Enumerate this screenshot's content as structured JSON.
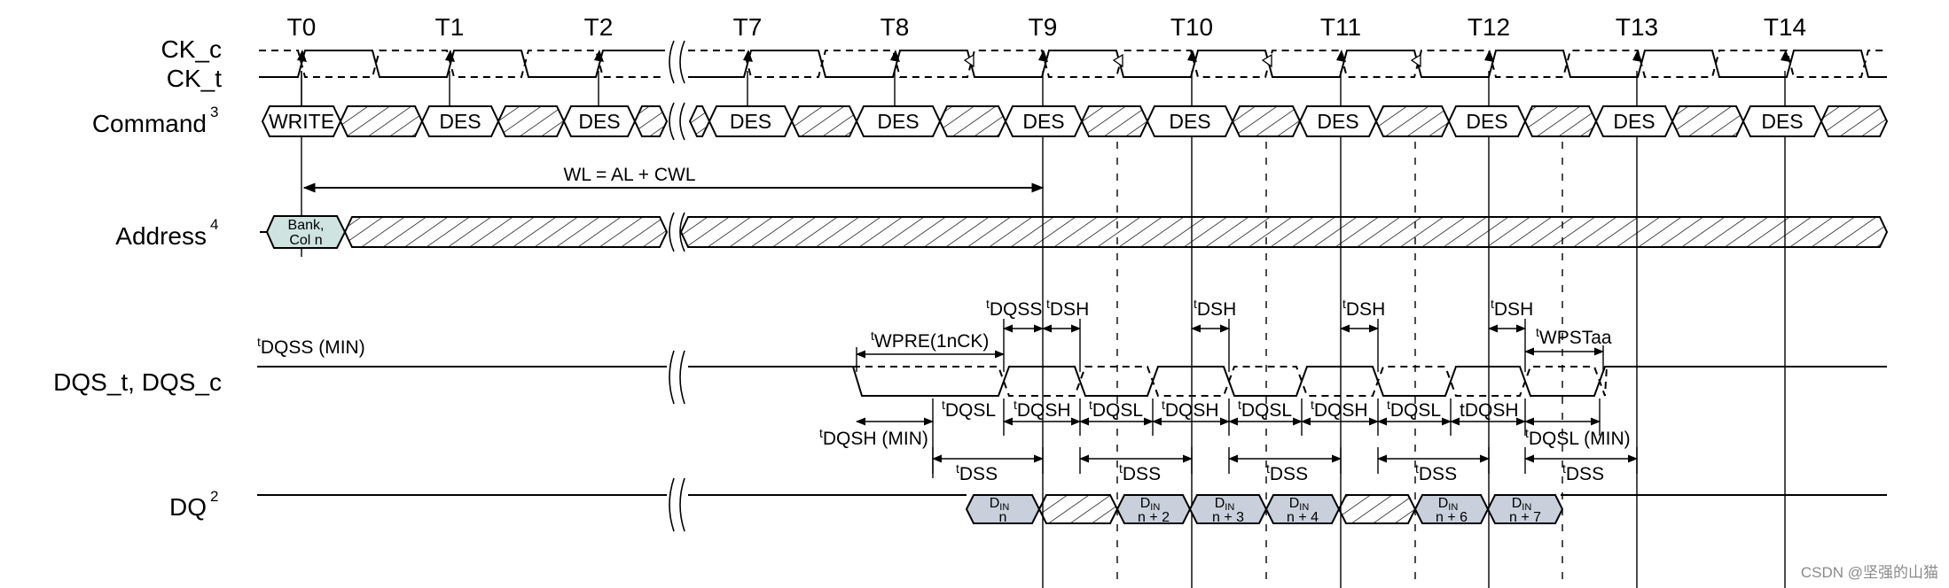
{
  "signals": {
    "ck_c": "CK_c",
    "ck_t": "CK_t",
    "command": "Command",
    "command_note": "3",
    "address": "Address",
    "address_note": "4",
    "dqs": "DQS_t, DQS_c",
    "dq": "DQ",
    "dq_note": "2"
  },
  "clock_edges": [
    "T0",
    "T1",
    "T2",
    "T7",
    "T8",
    "T9",
    "T10",
    "T11",
    "T12",
    "T13",
    "T14"
  ],
  "commands": {
    "write": "WRITE",
    "des": "DES"
  },
  "address_value": {
    "line1": "Bank,",
    "line2": "Col n"
  },
  "write_latency": "WL = AL + CWL",
  "timing": {
    "t_prefix": "t",
    "dqss_min": "DQSS (MIN)",
    "dqss": "DQSS",
    "dsh": "DSH",
    "wpre": "WPRE(1nCK)",
    "wpst": "WPSTaa",
    "dqsl": "DQSL",
    "dqsh": "DQSH",
    "dqsh_alt": "tDQSH",
    "dqsh_min": "DQSH (MIN)",
    "dqsl_min": "DQSL (MIN)",
    "dss": "DSS"
  },
  "data_in": {
    "d": "D",
    "sub": "IN",
    "beats": [
      "n",
      "n + 2",
      "n + 3",
      "n + 4",
      "n + 6",
      "n + 7"
    ]
  },
  "watermark": "CSDN @坚强的山猫"
}
